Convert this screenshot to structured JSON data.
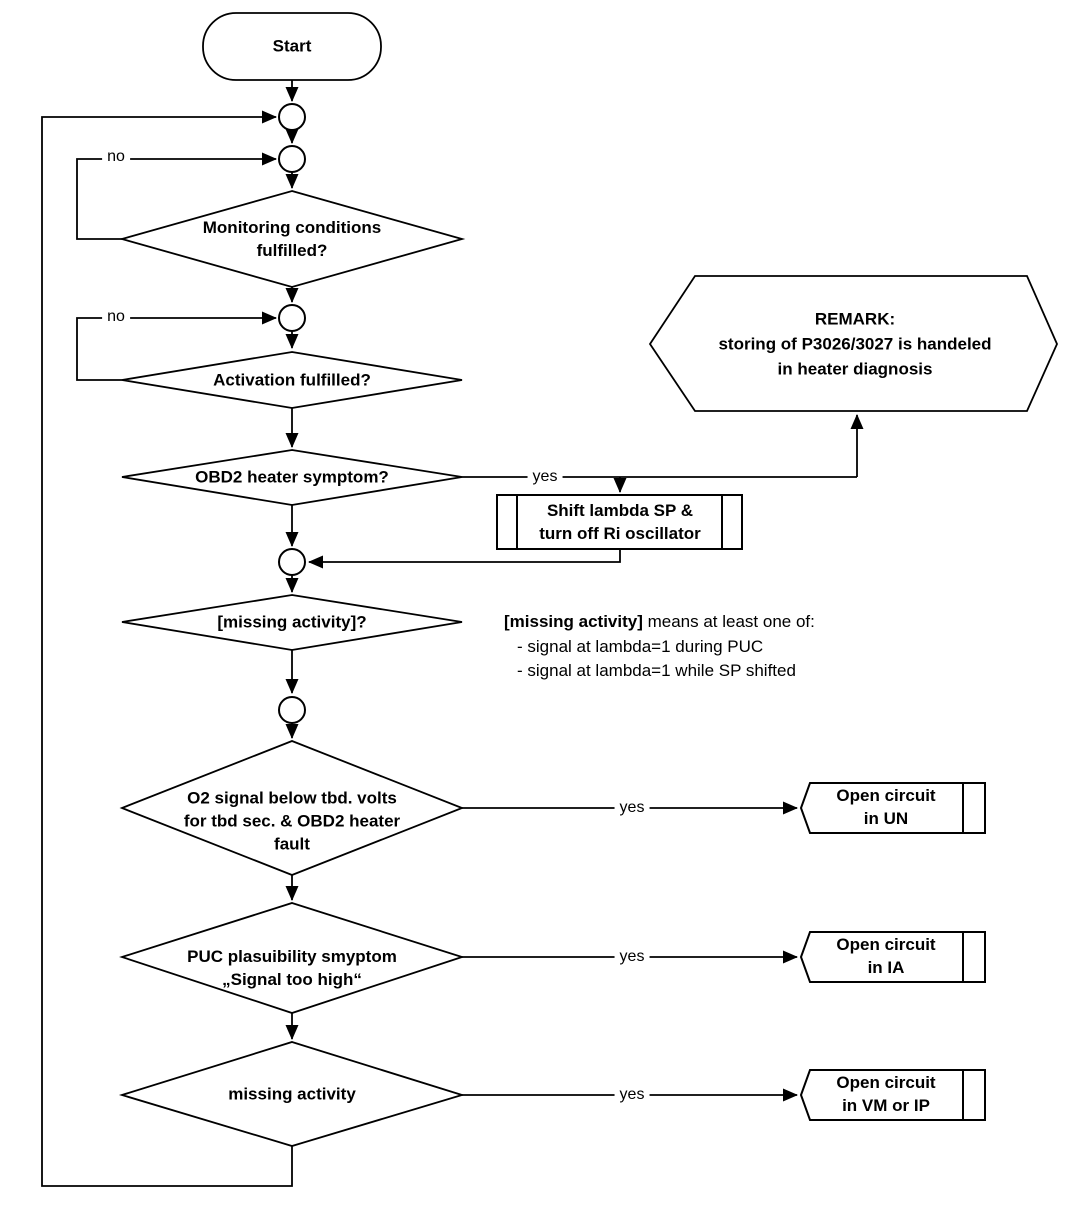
{
  "colors": {
    "ink": "#000000",
    "background": "#ffffff"
  },
  "flow": {
    "start_label": "Start",
    "no_label": "no",
    "yes_label": "yes",
    "decision_monitoring": "Monitoring conditions\nfulfilled?",
    "decision_activation": "Activation fulfilled?",
    "decision_obd2": "OBD2 heater symptom?",
    "process_shift": "Shift lambda SP &\nturn off Ri oscillator",
    "remark": "REMARK:\nstoring of P3026/3027 is handeled\nin heater diagnosis",
    "decision_missing_activity_q": "[missing activity]?",
    "decision_o2_signal": "O2 signal below tbd. volts\nfor tbd sec. & OBD2 heater\nfault",
    "decision_puc": "PUC plasuibility smyptom\n„Signal too high“",
    "decision_missing_activity": "missing activity",
    "output_un": "Open circuit\nin UN",
    "output_ia": "Open circuit\nin IA",
    "output_vm_ip": "Open circuit\nin VM or IP",
    "annotation": {
      "term": "[missing activity]",
      "rest": " means at least one of:",
      "item1": "- signal at lambda=1 during PUC",
      "item2": "- signal at lambda=1 while SP shifted"
    }
  }
}
